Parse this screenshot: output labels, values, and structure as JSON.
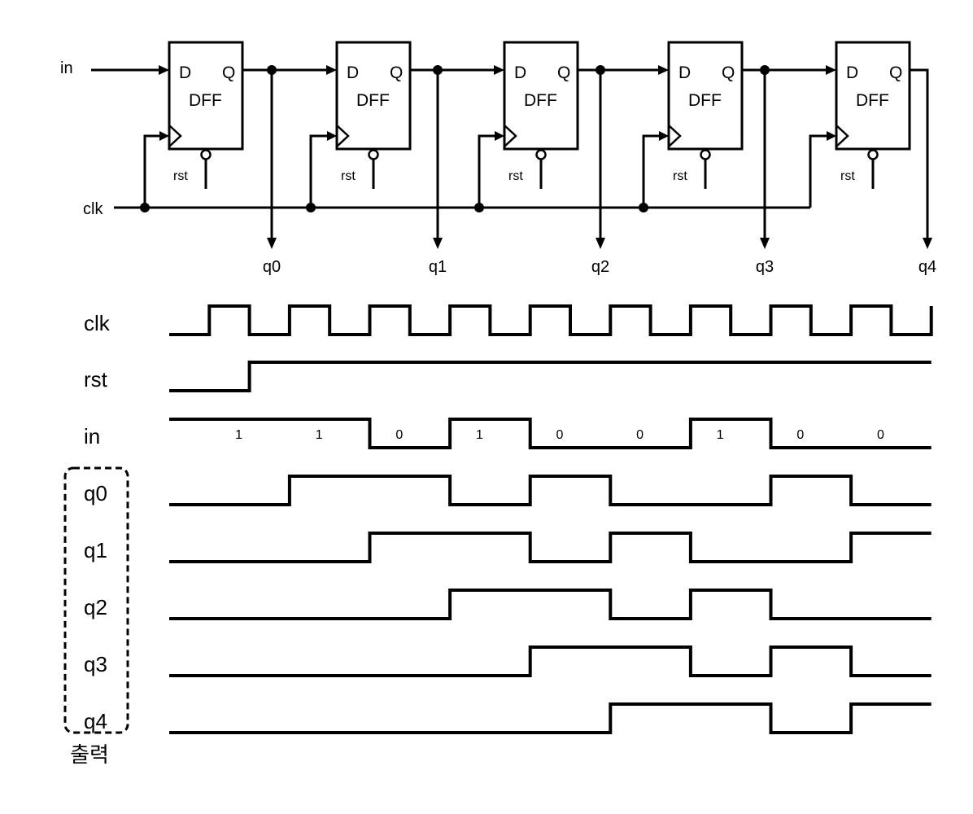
{
  "circuit": {
    "input_label": "in",
    "clock_label": "clk",
    "flipflop": {
      "d_pin": "D",
      "q_pin": "Q",
      "name": "DFF",
      "reset_label": "rst"
    },
    "outputs": [
      "q0",
      "q1",
      "q2",
      "q3",
      "q4"
    ]
  },
  "timing": {
    "signals": [
      {
        "label": "clk",
        "levels": [
          0,
          1,
          0,
          1,
          0,
          1,
          0,
          1,
          0,
          1,
          0,
          1,
          0,
          1,
          0,
          1,
          0,
          1,
          0
        ]
      },
      {
        "label": "rst",
        "levels": [
          0,
          0,
          1,
          1,
          1,
          1,
          1,
          1,
          1,
          1,
          1,
          1,
          1,
          1,
          1,
          1,
          1,
          1,
          1
        ]
      },
      {
        "label": "in",
        "levels": [
          1,
          1,
          1,
          1,
          1,
          0,
          0,
          1,
          1,
          0,
          0,
          0,
          0,
          1,
          1,
          0,
          0,
          0,
          0
        ]
      },
      {
        "label": "q0",
        "levels": [
          0,
          0,
          0,
          1,
          1,
          1,
          1,
          0,
          0,
          1,
          1,
          0,
          0,
          0,
          0,
          1,
          1,
          0,
          0
        ]
      },
      {
        "label": "q1",
        "levels": [
          0,
          0,
          0,
          0,
          0,
          1,
          1,
          1,
          1,
          0,
          0,
          1,
          1,
          0,
          0,
          0,
          0,
          1,
          1
        ]
      },
      {
        "label": "q2",
        "levels": [
          0,
          0,
          0,
          0,
          0,
          0,
          0,
          1,
          1,
          1,
          1,
          0,
          0,
          1,
          1,
          0,
          0,
          0,
          0
        ]
      },
      {
        "label": "q3",
        "levels": [
          0,
          0,
          0,
          0,
          0,
          0,
          0,
          0,
          0,
          1,
          1,
          1,
          1,
          0,
          0,
          1,
          1,
          0,
          0
        ]
      },
      {
        "label": "q4",
        "levels": [
          0,
          0,
          0,
          0,
          0,
          0,
          0,
          0,
          0,
          0,
          0,
          1,
          1,
          1,
          1,
          0,
          0,
          1,
          1
        ]
      }
    ],
    "input_bit_labels": [
      "1",
      "1",
      "0",
      "1",
      "0",
      "0",
      "1",
      "0",
      "0"
    ],
    "output_group_label": "출력"
  }
}
